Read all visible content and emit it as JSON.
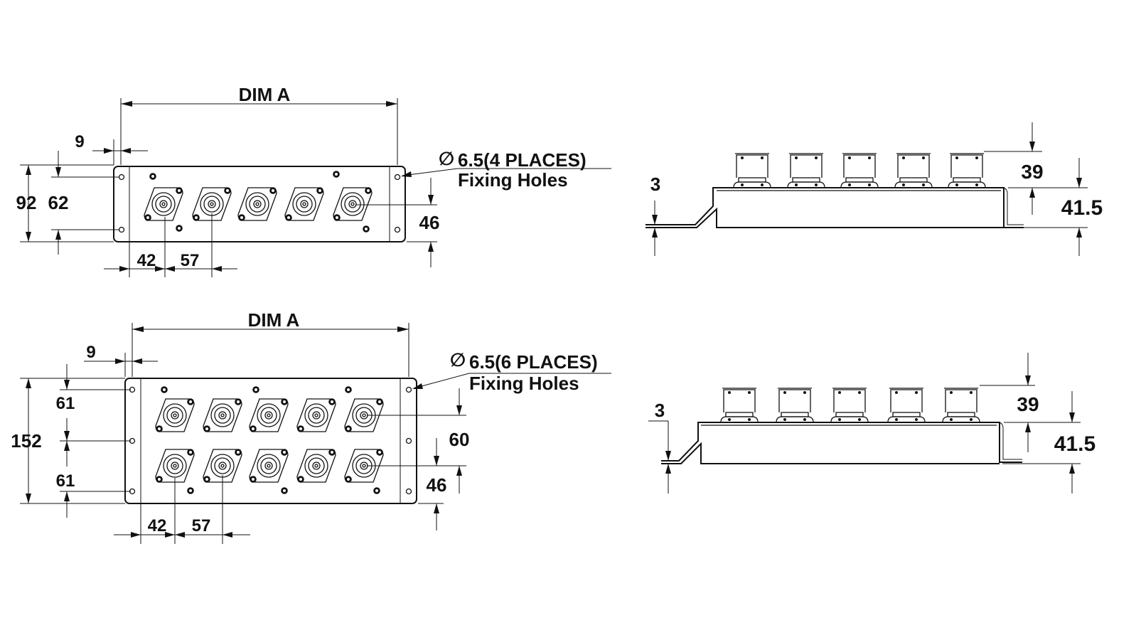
{
  "top_drawing": {
    "plan": {
      "dim_a": "DIM A",
      "edge_offset": "9",
      "height_outer": "92",
      "height_holes": "62",
      "first_offset": "42",
      "pitch": "57",
      "connector_height": "46",
      "hole_spec": "6.5(4 PLACES)",
      "hole_caption": "Fixing Holes",
      "diameter_symbol": "∅"
    },
    "side": {
      "flange_thickness": "3",
      "connector_height": "39",
      "overall_height": "41.5"
    }
  },
  "bottom_drawing": {
    "plan": {
      "dim_a": "DIM A",
      "edge_offset": "9",
      "height_outer": "152",
      "hole_spacing_upper": "61",
      "hole_spacing_lower": "61",
      "first_offset": "42",
      "pitch": "57",
      "row_spacing": "60",
      "connector_height": "46",
      "hole_spec": "6.5(6 PLACES)",
      "hole_caption": "Fixing Holes",
      "diameter_symbol": "∅"
    },
    "side": {
      "flange_thickness": "3",
      "connector_height": "39",
      "overall_height": "41.5"
    }
  },
  "colors": {
    "line": "#111111",
    "background": "#ffffff"
  }
}
